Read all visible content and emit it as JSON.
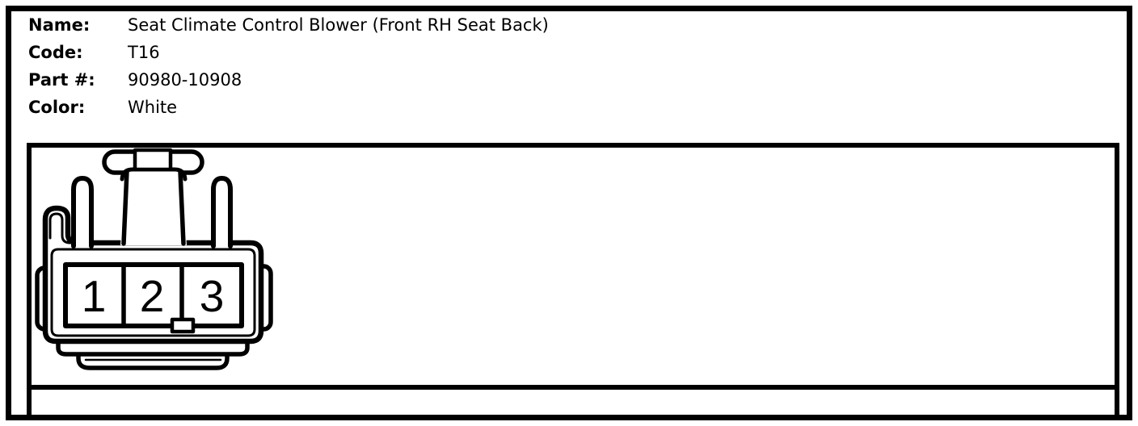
{
  "header": {
    "fields": [
      {
        "id": "name",
        "label": "Name:",
        "value": "Seat Climate Control Blower (Front RH Seat Back)"
      },
      {
        "id": "code",
        "label": "Code:",
        "value": "T16"
      },
      {
        "id": "part",
        "label": "Part #:",
        "value": "90980-10908"
      },
      {
        "id": "color",
        "label": "Color:",
        "value": "White"
      }
    ]
  },
  "connector": {
    "pins": [
      "1",
      "2",
      "3"
    ]
  },
  "colors": {
    "line": "#000000",
    "background": "#ffffff"
  }
}
